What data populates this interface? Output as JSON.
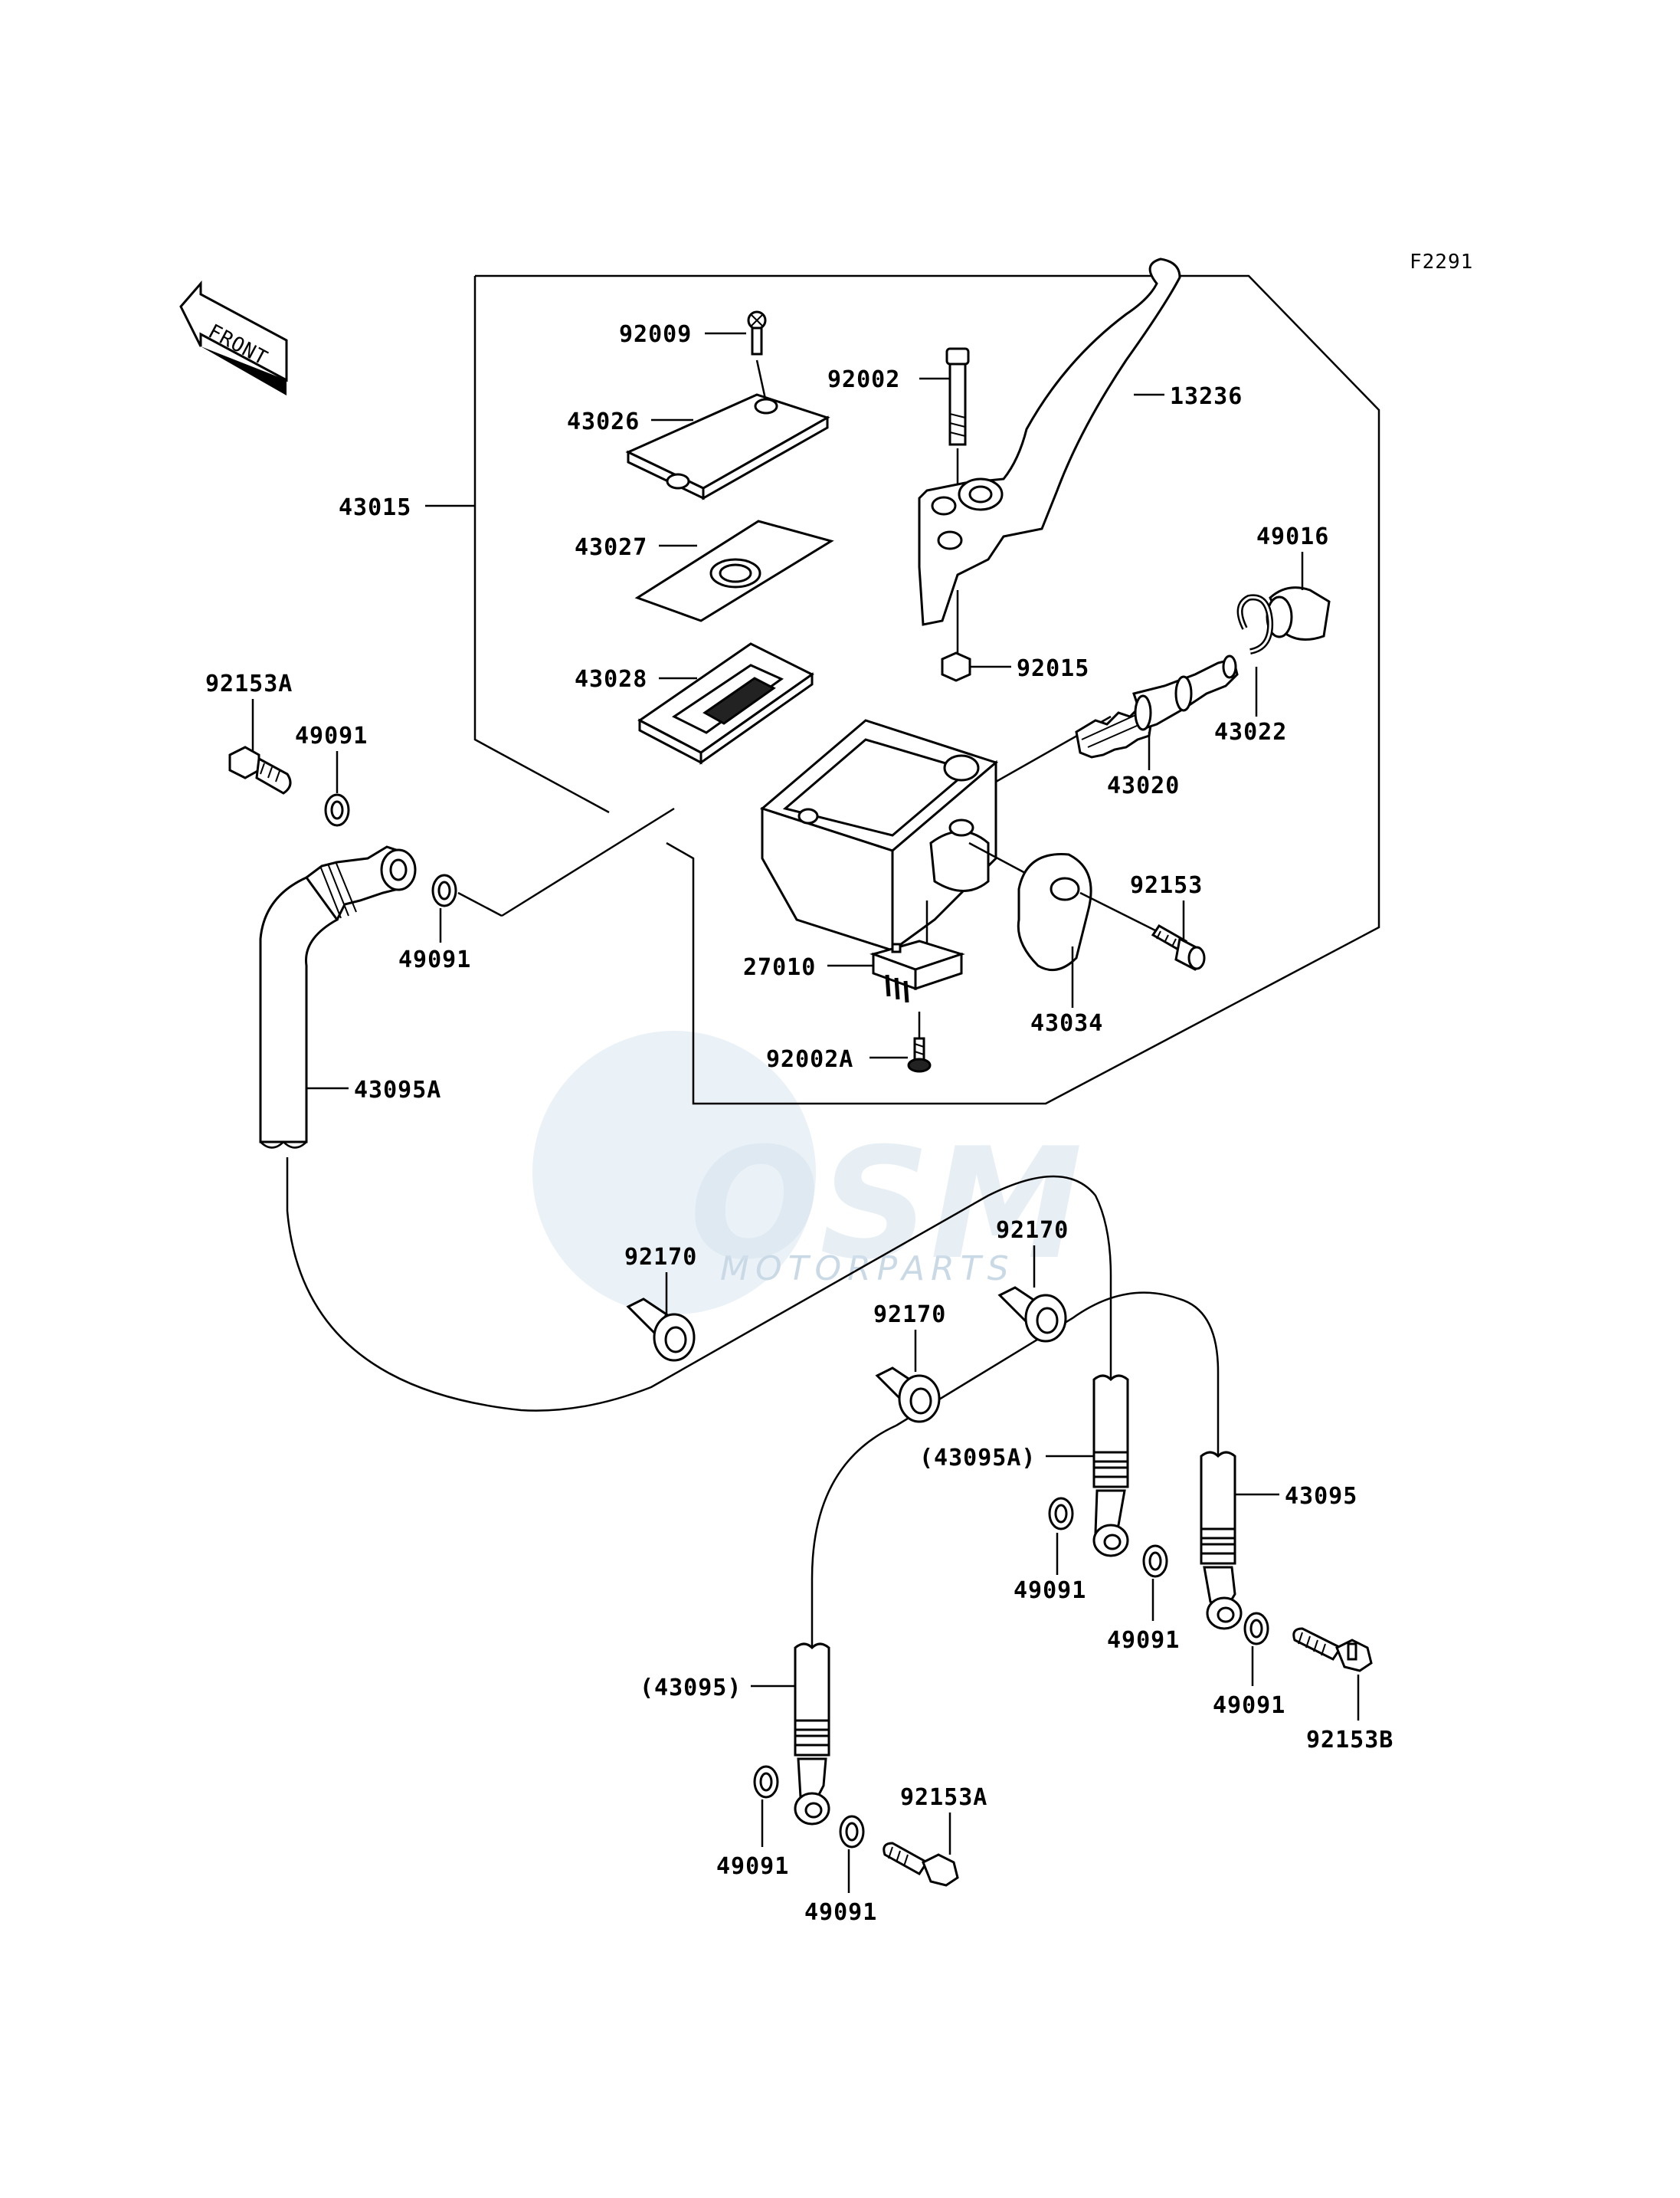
{
  "figure_code": "F2291",
  "front_indicator": "FRONT",
  "watermark": {
    "brand": "OSM",
    "sub": "MOTORPARTS"
  },
  "labels": {
    "l92009": "92009",
    "l92002": "92002",
    "l13236": "13236",
    "l43026": "43026",
    "l43015": "43015",
    "l43027": "43027",
    "l49016": "49016",
    "l92015": "92015",
    "l43028": "43028",
    "l43022": "43022",
    "l92153A_top": "92153A",
    "l49091_a": "49091",
    "l43020": "43020",
    "l92153": "92153",
    "l49091_b": "49091",
    "l27010": "27010",
    "l43034": "43034",
    "l92002A": "92002A",
    "l43095A": "43095A",
    "l92170_a": "92170",
    "l92170_b": "92170",
    "l92170_c": "92170",
    "l43095A_paren": "(43095A)",
    "l43095": "43095",
    "l49091_c": "49091",
    "l49091_d": "49091",
    "l49091_e": "49091",
    "l92153B": "92153B",
    "l43095_paren": "(43095)",
    "l92153A_bottom": "92153A",
    "l49091_f": "49091",
    "l49091_g": "49091"
  }
}
